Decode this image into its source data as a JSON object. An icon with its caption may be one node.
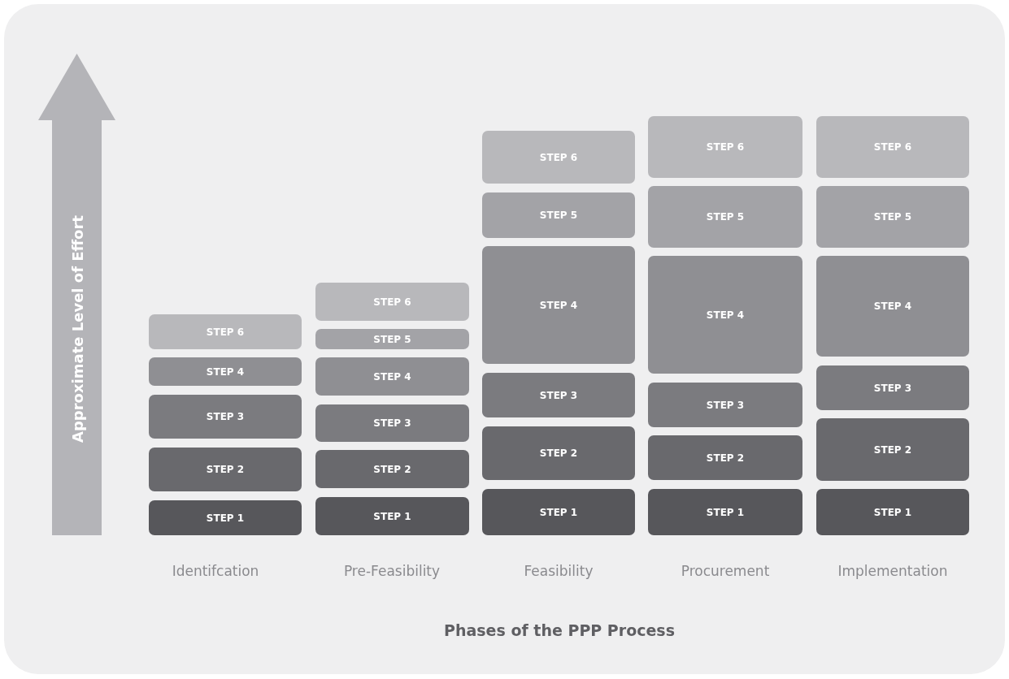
{
  "diagram": {
    "nodes": [
      {
        "text": [
          "STEP 6"
        ]
      },
      {
        "text": [
          "STEP 4"
        ]
      },
      {
        "text": [
          "STEP 3"
        ]
      },
      {
        "text": [
          "STEP 2"
        ]
      },
      {
        "text": [
          "STEP 1"
        ]
      },
      {
        "text": [
          "STEP 6"
        ]
      },
      {
        "text": [
          "STEP 5"
        ]
      },
      {
        "text": [
          "STEP 4"
        ]
      },
      {
        "text": [
          "STEP 3"
        ]
      },
      {
        "text": [
          "STEP 2"
        ]
      },
      {
        "text": [
          "STEP 1"
        ]
      },
      {
        "text": [
          "STEP 6"
        ]
      },
      {
        "text": [
          "STEP 5"
        ]
      },
      {
        "text": [
          "STEP 4"
        ]
      },
      {
        "text": [
          "STEP 3"
        ]
      },
      {
        "text": [
          "STEP 2"
        ]
      },
      {
        "text": [
          "STEP 1"
        ]
      },
      {
        "text": [
          "STEP 6"
        ]
      },
      {
        "text": [
          "STEP 5"
        ]
      },
      {
        "text": [
          "STEP 4"
        ]
      },
      {
        "text": [
          "STEP 3"
        ]
      },
      {
        "text": [
          "STEP 2"
        ]
      },
      {
        "text": [
          "STEP 1"
        ]
      },
      {
        "text": [
          "STEP 6"
        ]
      },
      {
        "text": [
          "STEP 5"
        ]
      },
      {
        "text": [
          "STEP 4"
        ]
      },
      {
        "text": [
          "STEP 3"
        ]
      },
      {
        "text": [
          "STEP 2"
        ]
      },
      {
        "text": [
          "STEP 1"
        ]
      }
    ],
    "labels": [
      "Approximate Level of Effort",
      "Identifcation",
      "Pre-Feasibility",
      "Feasibility",
      "Procurement",
      "Implementation",
      "Phases of the PPP Process"
    ]
  }
}
